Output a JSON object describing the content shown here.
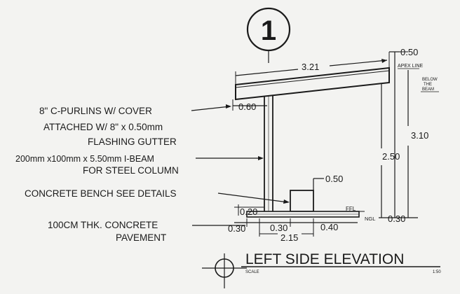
{
  "detail_number": "1",
  "labels": {
    "purlins_line1": "8\" C-PURLINS W/ COVER",
    "purlins_line2": "ATTACHED W/ 8\" x 0.50mm",
    "purlins_line3": "FLASHING GUTTER",
    "ibeam_line1": "200mm x100mm x 5.50mm I-BEAM",
    "ibeam_line2": "FOR STEEL COLUMN",
    "bench": "CONCRETE BENCH  SEE DETAILS",
    "pavement_line1": "100CM THK. CONCRETE",
    "pavement_line2": "PAVEMENT",
    "apex_line": "APEX LINE",
    "below_beam_1": "BELOW",
    "below_beam_2": "THE",
    "below_beam_3": "BEAM",
    "ffl": "FFL",
    "ngl": "NGL"
  },
  "dimensions": {
    "roof_length": "3.21",
    "top_offset": "0.50",
    "overhang": "0.60",
    "total_height": "3.10",
    "column_height": "2.50",
    "bench_height": "0.50",
    "slab_thk": "0.20",
    "left_edge": "0.30",
    "column_gap": "0.30",
    "bench_width": "0.40",
    "base_length": "2.15",
    "ground": "0.30"
  },
  "title": {
    "text": "LEFT SIDE ELEVATION",
    "scale_label": "SCALE",
    "scale_value": "1:50"
  },
  "colors": {
    "ink": "#1a1a1a",
    "paper": "#f3f3f1"
  }
}
